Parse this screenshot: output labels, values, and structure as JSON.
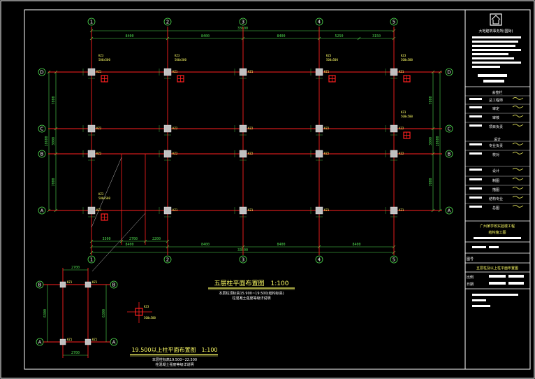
{
  "axes": {
    "numbers": [
      "1",
      "2",
      "3",
      "4",
      "5"
    ],
    "letters": [
      "D",
      "C",
      "B",
      "A"
    ],
    "small_letters": [
      "B",
      "A"
    ]
  },
  "dimensions": {
    "top_total": "33600",
    "top_spans": [
      "8400",
      "8400",
      "8400",
      "5250",
      "3150"
    ],
    "bottom_spans": [
      "8400",
      "8400",
      "8400",
      "8400"
    ],
    "bottom_total": "33600",
    "bottom_sub": [
      "3300",
      "2700",
      "2200"
    ],
    "left_spans": [
      "7800",
      "3000",
      "7800"
    ],
    "left_total": "18600",
    "right_spans": [
      "7800",
      "3000",
      "7800"
    ],
    "right_total": "18600",
    "small_top": "2700",
    "small_bottom": "2700",
    "small_left": "6300",
    "small_right": "6300"
  },
  "column_labels": {
    "kz1": "KZ1",
    "kz2": "KZ2",
    "kz3": "KZ3",
    "spec_a": "500x500",
    "spec_b": "500x500"
  },
  "plan_title": "五层柱平面布置图　1:100",
  "plan_notes": [
    "本层柱顶标高15.900~19.500(结构标高)",
    "柱混凝土强度等级详说明"
  ],
  "sub_title": "19.500以上柱平面布置图　1:100",
  "sub_notes": [
    "本层柱标高19.500~22.500",
    "柱混凝土强度等级详说明"
  ],
  "title_block": {
    "company": "大地建筑事务所(国际)",
    "section_labels": [
      "会签栏",
      "设计"
    ],
    "role_rows": [
      "总工程师",
      "审定",
      "审核",
      "项目负责",
      "专业负责",
      "校对",
      "设计",
      "制图",
      "描图",
      "结构专业",
      "总图"
    ],
    "project_name": "广州某学校实验楼工程",
    "project_sub": "结构施工图",
    "drawing_title": "五层柱及以上柱平面布置图",
    "drawing_no_label": "图号",
    "scale_label": "比例",
    "date_label": "日期"
  },
  "colors": {
    "grid": "#ff2020",
    "dimension": "#4fdc4f",
    "column": "#c0c0c0",
    "text": "#ffff66",
    "frame": "#ffffff"
  }
}
